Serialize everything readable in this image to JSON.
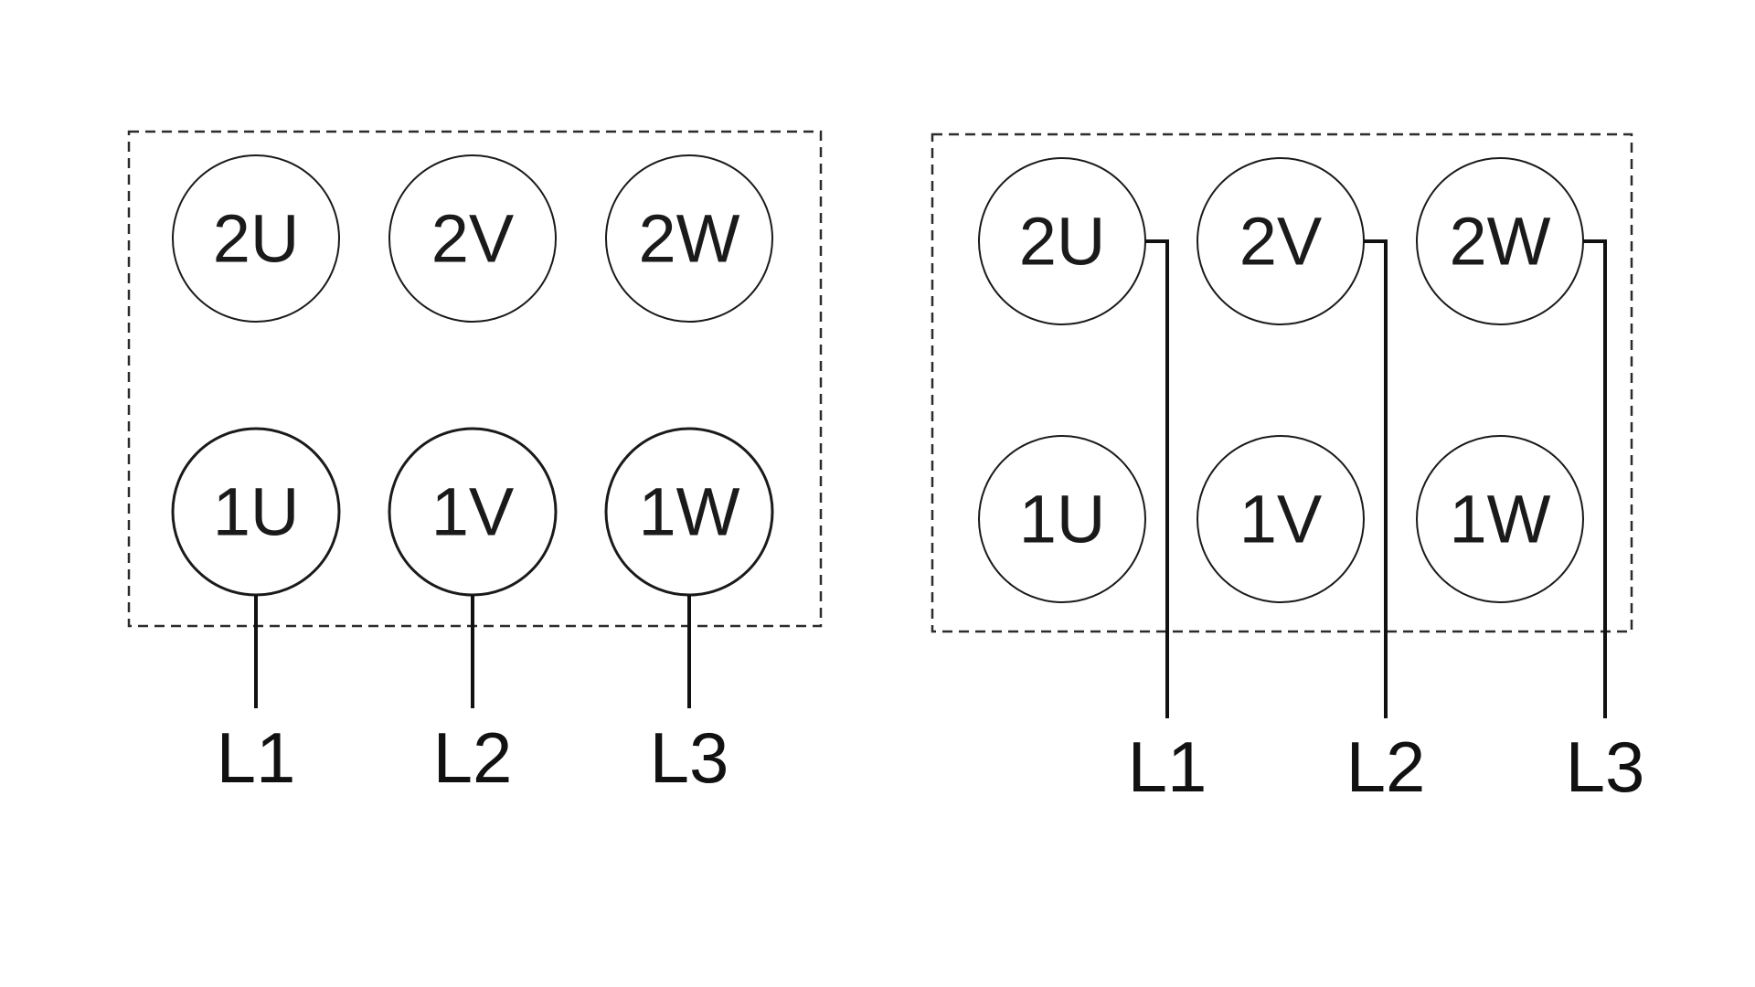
{
  "diagrams": [
    {
      "terminals": {
        "top": [
          "2U",
          "2V",
          "2W"
        ],
        "bottom": [
          "1U",
          "1V",
          "1W"
        ]
      },
      "lines": [
        "L1",
        "L2",
        "L3"
      ]
    },
    {
      "terminals": {
        "top": [
          "2U",
          "2V",
          "2W"
        ],
        "bottom": [
          "1U",
          "1V",
          "1W"
        ]
      },
      "lines": [
        "L1",
        "L2",
        "L3"
      ]
    }
  ]
}
